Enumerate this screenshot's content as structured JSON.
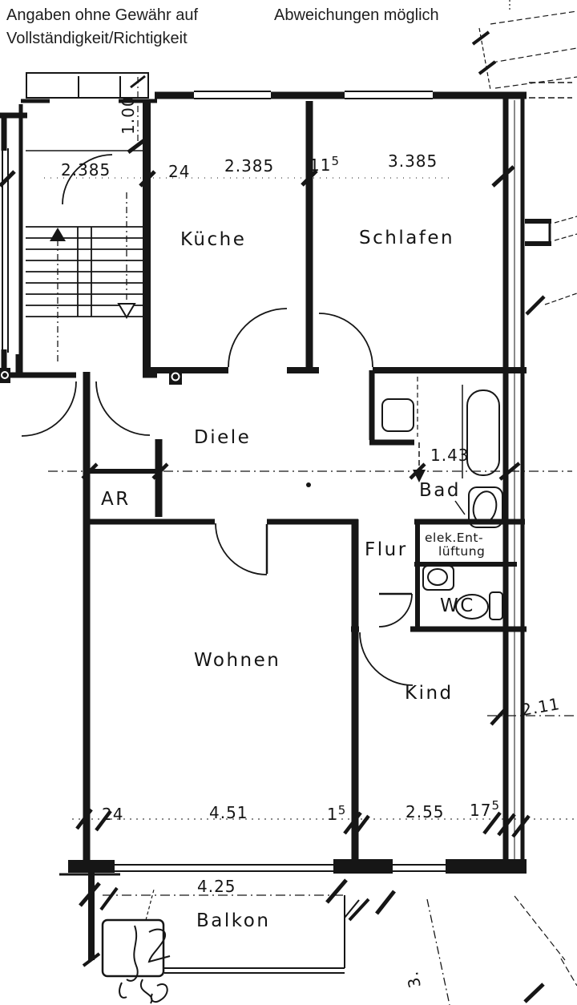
{
  "disclaimer": {
    "left_line1": "Angaben ohne Gewähr auf",
    "left_line2": "Vollständigkeit/Richtigkeit",
    "right": "Abweichungen möglich"
  },
  "rooms": {
    "kueche": "Küche",
    "schlafen": "Schlafen",
    "diele": "Diele",
    "abstellraum": "AR",
    "bad": "Bad",
    "flur": "Flur",
    "wc": "WC",
    "wohnen": "Wohnen",
    "kind": "Kind",
    "balkon": "Balkon",
    "vent_label_line1": "elek.Ent-",
    "vent_label_line2": "lüftung"
  },
  "dimensions": {
    "stair_top_door": "1.00",
    "stairwell_width": "2.385",
    "wall_top_24": "24",
    "kueche_width": "2.385",
    "wall_top_115_main": "11",
    "wall_top_115_sup": "5",
    "schlafen_width": "3.385",
    "bad_width": "1.43",
    "right_side": "2.11",
    "wall_bottom_24": "24",
    "wohnen_width": "4.51",
    "wall_bottom_15_main": "1",
    "wall_bottom_15_sup": "5",
    "kind_width": "2.55",
    "wall_bottom_175_main": "17",
    "wall_bottom_175_sup": "5",
    "balkon_width": "4.25",
    "corner_note": "3."
  },
  "colors": {
    "ink": "#161616",
    "paper": "#ffffff"
  }
}
